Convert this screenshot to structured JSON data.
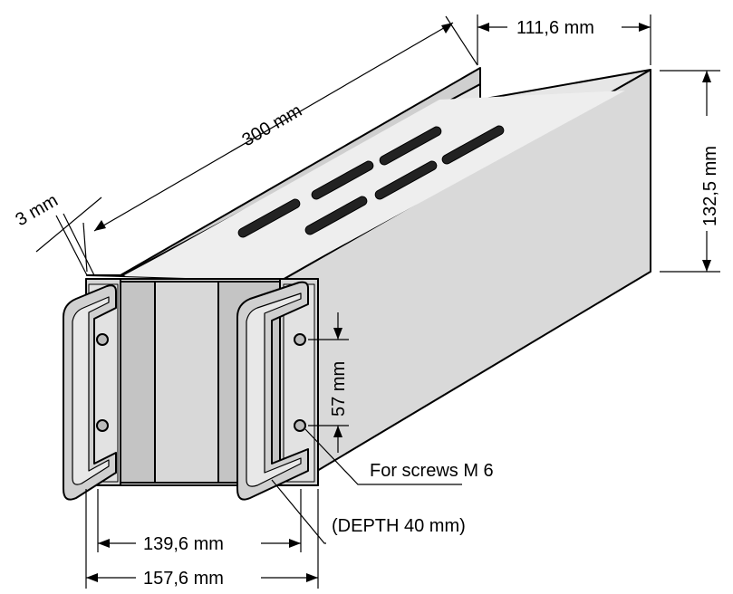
{
  "diagram": {
    "dimensions": {
      "depth": "300 mm",
      "side_wall": "3 mm",
      "top_width": "111,6 mm",
      "height": "132,5 mm",
      "hole_spacing": "57 mm",
      "inner_width": "139,6 mm",
      "outer_width": "157,6 mm"
    },
    "callouts": {
      "screws": "For screws M 6",
      "handle_depth": "(DEPTH 40 mm)"
    },
    "colors": {
      "panel_light": "#e6e6e6",
      "panel_mid": "#d2d2d2",
      "panel_dark": "#bdbdbd",
      "slot": "#222222",
      "stroke": "#000000"
    }
  }
}
